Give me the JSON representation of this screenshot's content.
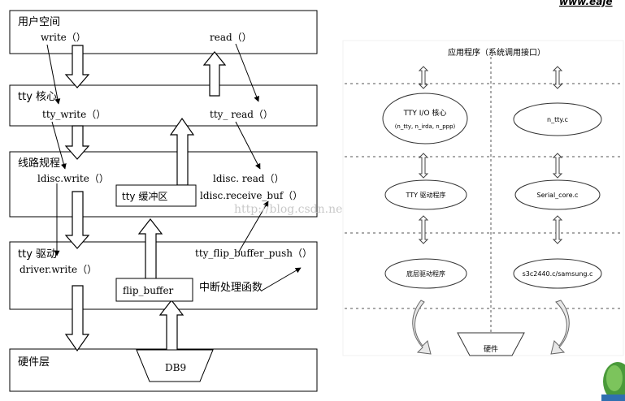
{
  "left": {
    "layers": {
      "user": "用户空间",
      "core": "tty 核心",
      "ldisc": "线路规程",
      "driver": "tty 驱动",
      "hw": "硬件层"
    },
    "funcs": {
      "write": "write（）",
      "read": "read（）",
      "tty_write": "tty_write（）",
      "tty_read": "tty_ read（）",
      "ldisc_write": "ldisc.write（）",
      "ldisc_read": "ldisc. read（）",
      "receive_buf": "ldisc.receive_buf（）",
      "driver_write": "driver.write（）",
      "flip_push": "tty_flip_buffer_push（）"
    },
    "boxes": {
      "tty_buffer": "tty 缓冲区",
      "flip_buffer": "flip_buffer",
      "db9": "DB9"
    },
    "irq_label": "中断处理函数",
    "watermark": "http://blog.csdn.net/",
    "top_corner": "www.eaje"
  },
  "right": {
    "title": "应用程序（系统调用接口）",
    "tty_io_core": "TTY I/O 核心",
    "tty_io_sub": "(n_tty, n_irda, n_ppp)",
    "n_tty": "n_tty.c",
    "tty_driver": "TTY 驱动程序",
    "serial_core": "Serial_core.c",
    "low_driver": "底层驱动程序",
    "s3c": "s3c2440.c/samsung.c",
    "hardware": "硬件"
  }
}
